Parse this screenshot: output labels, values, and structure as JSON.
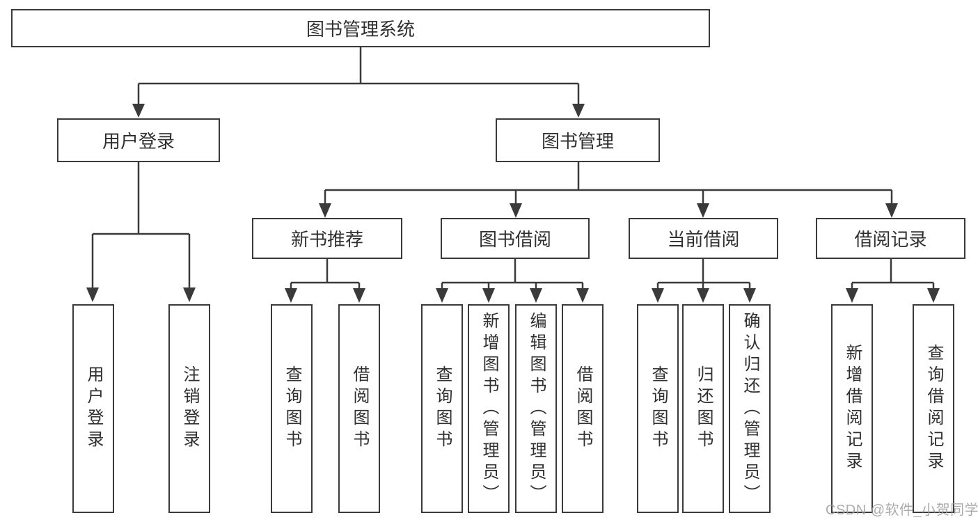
{
  "diagram": {
    "root": {
      "label": "图书管理系统"
    },
    "branches": [
      {
        "label": "用户登录",
        "children": [
          {
            "label": "用户登录"
          },
          {
            "label": "注销登录"
          }
        ]
      },
      {
        "label": "图书管理",
        "children": [
          {
            "label": "新书推荐",
            "children": [
              {
                "label": "查询图书"
              },
              {
                "label": "借阅图书"
              }
            ]
          },
          {
            "label": "图书借阅",
            "children": [
              {
                "label": "查询图书"
              },
              {
                "label": "新增图书（管理员）"
              },
              {
                "label": "编辑图书（管理员）"
              },
              {
                "label": "借阅图书"
              }
            ]
          },
          {
            "label": "当前借阅",
            "children": [
              {
                "label": "查询图书"
              },
              {
                "label": "归还图书"
              },
              {
                "label": "确认归还（管理员）"
              }
            ]
          },
          {
            "label": "借阅记录",
            "children": [
              {
                "label": "新增借阅记录"
              },
              {
                "label": "查询借阅记录"
              }
            ]
          }
        ]
      }
    ]
  },
  "watermark": {
    "text": "CSDN @软件_小贺同学"
  },
  "colors": {
    "line": "#3a3a3a",
    "box_border": "#3a3a3a",
    "text": "#2f2f2f",
    "watermark": "#9d9d9d",
    "background": "#ffffff"
  }
}
